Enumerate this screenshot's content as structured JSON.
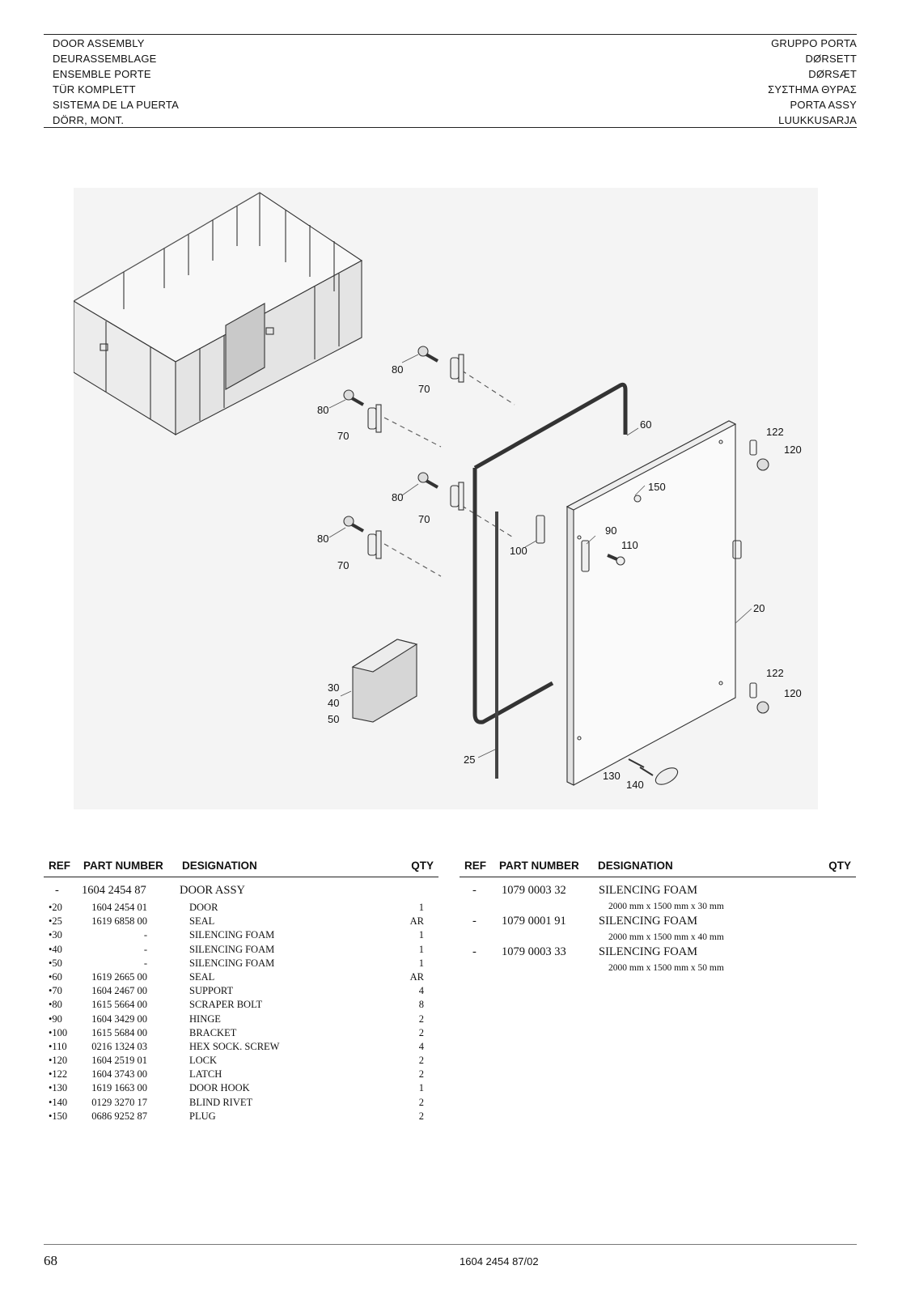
{
  "header": {
    "left": [
      "DOOR ASSEMBLY",
      "DEURASSEMBLAGE",
      "ENSEMBLE PORTE",
      "TÜR KOMPLETT",
      "SISTEMA DE LA PUERTA",
      "DÖRR, MONT."
    ],
    "right": [
      "GRUPPO PORTA",
      "DØRSETT",
      "DØRSÆT",
      "ΣΥΣΤΗΜΑ ΘΥΡΑΣ",
      "PORTA ASSY",
      "LUUKKUSARJA"
    ]
  },
  "callouts": {
    "c80a": "80",
    "c70a": "70",
    "c80b": "80",
    "c70b": "70",
    "c80c": "80",
    "c70c": "70",
    "c80d": "80",
    "c70d": "70",
    "c60": "60",
    "c122a": "122",
    "c120a": "120",
    "c150": "150",
    "c90": "90",
    "c110": "110",
    "c100": "100",
    "c20": "20",
    "c122b": "122",
    "c120b": "120",
    "c30": "30",
    "c40": "40",
    "c50": "50",
    "c25": "25",
    "c130": "130",
    "c140": "140"
  },
  "table_headers": {
    "ref": "REF",
    "part_number": "PART NUMBER",
    "designation": "DESIGNATION",
    "qty": "QTY"
  },
  "parts_left": [
    {
      "ref": "-",
      "part": "1604 2454 87",
      "designation": "DOOR ASSY",
      "qty": ""
    },
    {
      "ref": "•20",
      "part": "1604 2454 01",
      "designation": "DOOR",
      "qty": "1"
    },
    {
      "ref": "•25",
      "part": "1619 6858 00",
      "designation": "SEAL",
      "qty": "AR"
    },
    {
      "ref": "•30",
      "part": "-",
      "designation": "SILENCING FOAM",
      "qty": "1"
    },
    {
      "ref": "•40",
      "part": "-",
      "designation": "SILENCING FOAM",
      "qty": "1"
    },
    {
      "ref": "•50",
      "part": "-",
      "designation": "SILENCING FOAM",
      "qty": "1"
    },
    {
      "ref": "•60",
      "part": "1619 2665 00",
      "designation": "SEAL",
      "qty": "AR"
    },
    {
      "ref": "•70",
      "part": "1604 2467 00",
      "designation": "SUPPORT",
      "qty": "4"
    },
    {
      "ref": "•80",
      "part": "1615 5664 00",
      "designation": "SCRAPER BOLT",
      "qty": "8"
    },
    {
      "ref": "•90",
      "part": "1604 3429 00",
      "designation": "HINGE",
      "qty": "2"
    },
    {
      "ref": "•100",
      "part": "1615 5684 00",
      "designation": "BRACKET",
      "qty": "2"
    },
    {
      "ref": "•110",
      "part": "0216 1324 03",
      "designation": "HEX SOCK. SCREW",
      "qty": "4"
    },
    {
      "ref": "•120",
      "part": "1604 2519 01",
      "designation": "LOCK",
      "qty": "2"
    },
    {
      "ref": "•122",
      "part": "1604 3743 00",
      "designation": "LATCH",
      "qty": "2"
    },
    {
      "ref": "•130",
      "part": "1619 1663 00",
      "designation": "DOOR HOOK",
      "qty": "1"
    },
    {
      "ref": "•140",
      "part": "0129 3270 17",
      "designation": "BLIND RIVET",
      "qty": "2"
    },
    {
      "ref": "•150",
      "part": "0686 9252 87",
      "designation": "PLUG",
      "qty": "2"
    }
  ],
  "parts_right": [
    {
      "ref": "-",
      "part": "1079 0003 32",
      "designation": "SILENCING FOAM",
      "note": "2000 mm x 1500 mm x 30 mm"
    },
    {
      "ref": "-",
      "part": "1079 0001 91",
      "designation": "SILENCING FOAM",
      "note": "2000 mm x 1500 mm x 40 mm"
    },
    {
      "ref": "-",
      "part": "1079 0003 33",
      "designation": "SILENCING FOAM",
      "note": "2000 mm x 1500 mm x 50 mm"
    }
  ],
  "footer": {
    "page_number": "68",
    "document_code": "1604 2454 87/02"
  }
}
